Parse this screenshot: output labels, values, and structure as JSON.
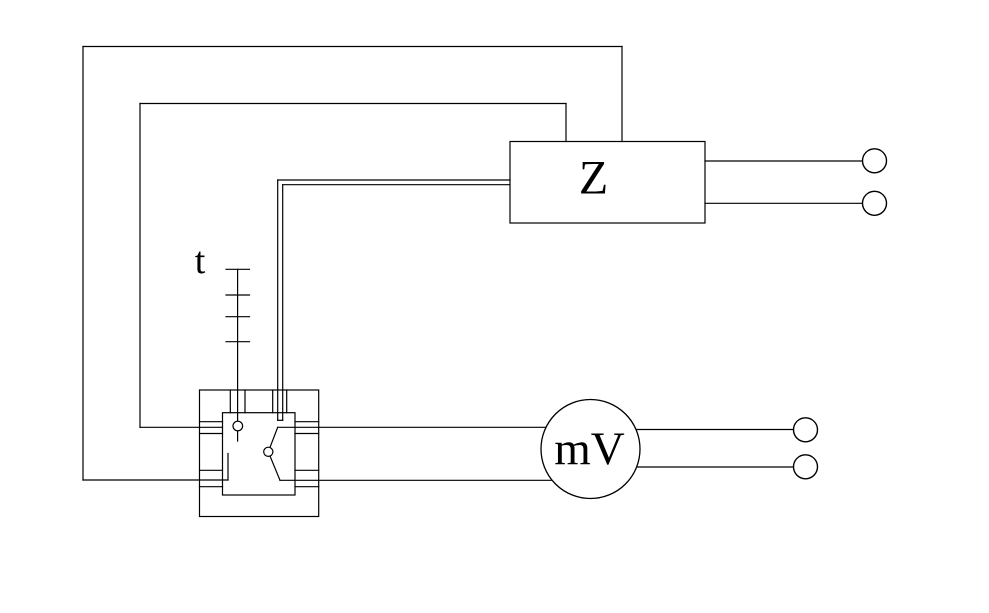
{
  "diagram": {
    "colors": {
      "line": "#000000",
      "background": "#ffffff"
    },
    "labels": {
      "impedance_box": "Z",
      "temperature": "t",
      "millivoltmeter": "mV"
    }
  }
}
